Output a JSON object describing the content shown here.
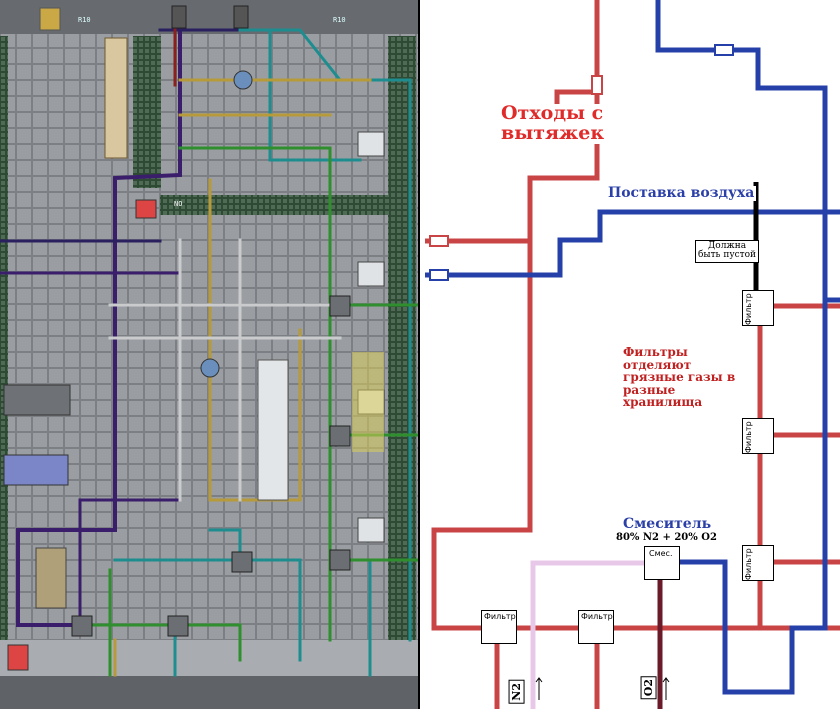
{
  "game": {
    "tile_labels": [
      "R10",
      "R10",
      "NO"
    ]
  },
  "schematic": {
    "waste_label_line1": "Отходы с",
    "waste_label_line2": "вытяжек",
    "supply_label": "Поставка воздуха",
    "must_be_empty_line1": "Должна",
    "must_be_empty_line2": "быть пустой",
    "filters_note": "Фильтры отделяют грязные газы в разные хранилища",
    "mixer_title": "Смеситель",
    "mixer_ratio": "80% N2 + 20% O2",
    "mixer_box": "Смес.",
    "filter_box": "Фильтр",
    "input_n2": "N2",
    "input_o2": "O2",
    "colors": {
      "waste": "#c94545",
      "supply": "#2540a8",
      "n2": "#e8c8e8",
      "o2": "#6b1a2a",
      "blackline": "#000000"
    }
  }
}
